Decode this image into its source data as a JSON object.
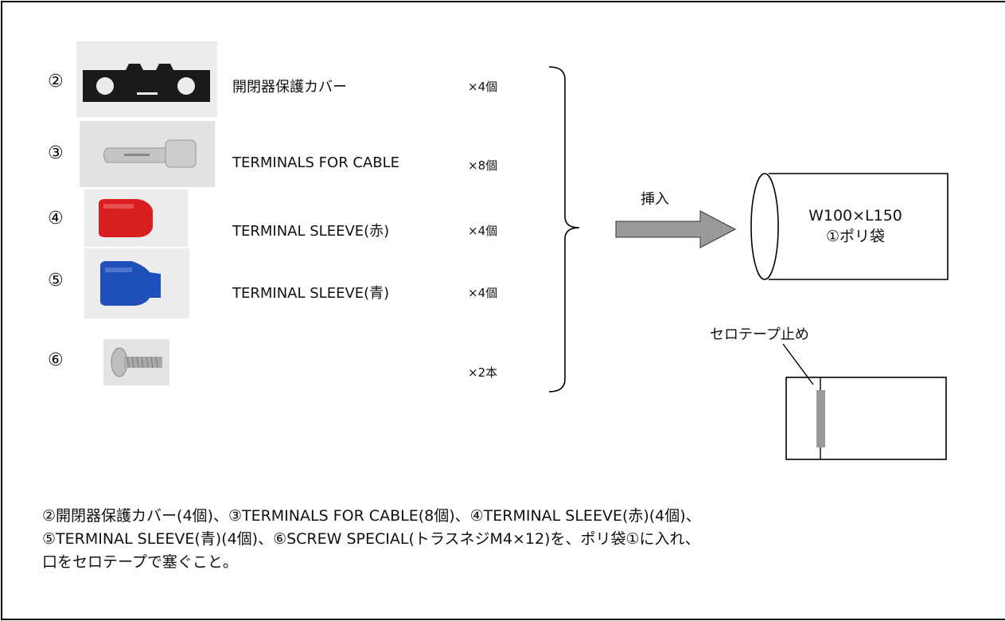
{
  "items": [
    {
      "number": "②",
      "name": "開閉器保護カバー",
      "qty": "×4個",
      "icon": "protective-cover-photo"
    },
    {
      "number": "③",
      "name": "TERMINALS FOR CABLE",
      "qty": "×8個",
      "icon": "cable-terminal-photo"
    },
    {
      "number": "④",
      "name": "TERMINAL SLEEVE(赤)",
      "qty": "×4個",
      "icon": "red-sleeve-photo"
    },
    {
      "number": "⑤",
      "name": "TERMINAL SLEEVE(青)",
      "qty": "×4個",
      "icon": "blue-sleeve-photo"
    },
    {
      "number": "⑥",
      "name": "",
      "qty": "×2本",
      "icon": "screw-photo"
    }
  ],
  "arrow_label": "挿入",
  "bag": {
    "line1": "W100×L150",
    "line2": "①ポリ袋"
  },
  "tape_label": "セロテープ止め",
  "note": {
    "line1": "②開閉器保護カバー(4個)、③TERMINALS FOR CABLE(8個)、④TERMINAL SLEEVE(赤)(4個)、",
    "line2": "⑤TERMINAL SLEEVE(青)(4個)、⑥SCREW SPECIAL(トラスネジM4×12)を、ポリ袋①に入れ、",
    "line3": "口をセロテープで塞ぐこと。"
  },
  "colors": {
    "red_sleeve": "#d81e1e",
    "blue_sleeve": "#1f4fb8",
    "arrow": "#9a9a9a",
    "tape": "#9a9a9a"
  }
}
